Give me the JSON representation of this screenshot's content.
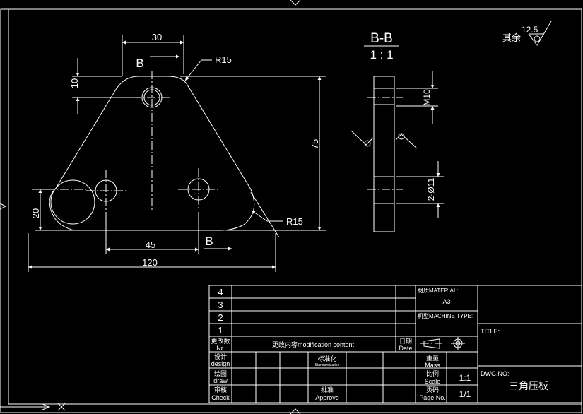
{
  "drawing": {
    "top_view": {
      "dim_top_width": "30",
      "dim_hole_offset": "10",
      "dim_radius_top": "R15",
      "dim_height": "75",
      "dim_bottom_offset": "20",
      "dim_radius_bottom": "R15",
      "dim_hole_spacing": "45",
      "dim_total_width": "120",
      "section_mark": "B"
    },
    "section_view": {
      "title": "B-B",
      "scale": "1 : 1",
      "thread_dim": "M10",
      "hole_dim": "2-Ø11"
    },
    "roughness": {
      "label": "其余",
      "value": "12.5"
    }
  },
  "title_block": {
    "rev_numbers": [
      "4",
      "3",
      "2",
      "1"
    ],
    "rev_no_label_cn": "更改数",
    "rev_no_label_en": "Nr.",
    "mod_content_label": "更改内容modification content",
    "date_label_cn": "日期",
    "date_label_en": "Date",
    "material_label": "材质MATERIAL:",
    "material_value": "A3",
    "machine_type_label": "机型MACHINE TYPE:",
    "title_label": "TITLE:",
    "design_cn": "设计",
    "design_en": "design",
    "draw_cn": "绘图",
    "draw_en": "draw",
    "check_cn": "审核",
    "check_en": "Check",
    "standard_cn": "标准化",
    "standard_en": "Standardization",
    "approve_cn": "批准",
    "approve_en": "Approve",
    "mass_cn": "重量",
    "mass_en": "Mass",
    "scale_cn": "比例",
    "scale_en": "Scale",
    "scale_value": "1:1",
    "page_cn": "页码",
    "page_en": "Page No.",
    "page_value": "1/1",
    "dwg_no_label": "DWG.NO:",
    "part_name": "三角压板"
  }
}
